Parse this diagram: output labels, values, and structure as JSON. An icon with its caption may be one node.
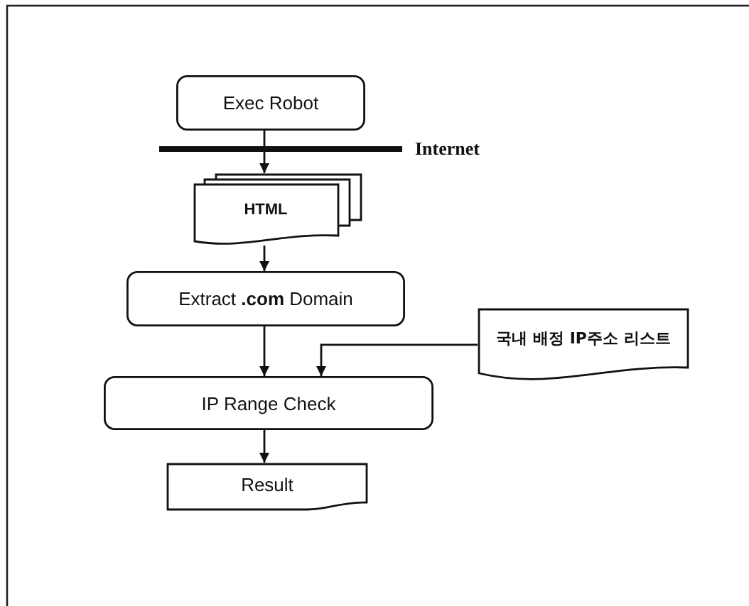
{
  "diagram": {
    "nodes": [
      {
        "text": [
          "Exec Robot"
        ]
      },
      {
        "text": [
          "HTML"
        ]
      },
      {
        "text": [
          "Extract **.com** Domain"
        ]
      },
      {
        "text": [
          "국내 배정 IP주소 리스트"
        ]
      },
      {
        "text": [
          "IP Range Check"
        ]
      },
      {
        "text": [
          "Result"
        ]
      }
    ],
    "edges": [
      {
        "from": 0,
        "to": 1,
        "arrow": "to"
      },
      {
        "from": 1,
        "to": 2,
        "arrow": "to"
      },
      {
        "from": 2,
        "to": 4,
        "arrow": "to"
      },
      {
        "from": 3,
        "to": 4,
        "arrow": "to"
      },
      {
        "from": 4,
        "to": 5,
        "arrow": "to"
      }
    ],
    "labels": [
      "Internet"
    ]
  }
}
